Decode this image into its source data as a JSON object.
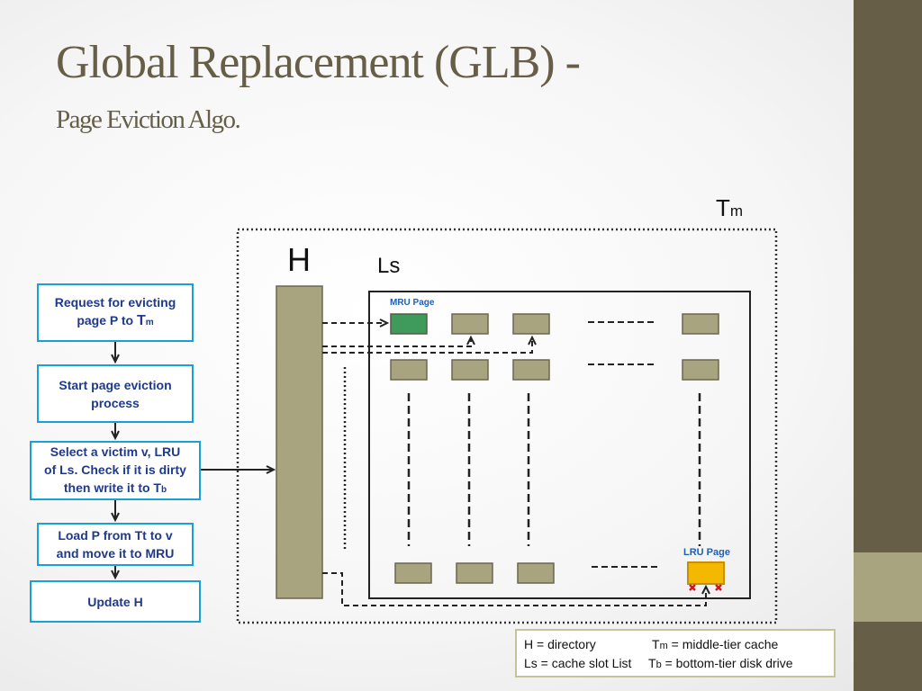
{
  "slide": {
    "title": "Global Replacement (GLB) -",
    "subtitle": "Page Eviction Algo."
  },
  "flowchart": {
    "steps": [
      {
        "line1": "Request for evicting",
        "line2_prefix": "page P to ",
        "line2_T": "T",
        "line2_sub": "m"
      },
      {
        "line1": "Start page eviction",
        "line2": "process"
      },
      {
        "line1": "Select a victim v, LRU",
        "line2": "of Ls. Check if it is dirty",
        "line3_prefix": "then write it to T",
        "line3_sub": "b"
      },
      {
        "line1": "Load P from Tt to v",
        "line2": "and move it to MRU"
      },
      {
        "line1": "Update H"
      }
    ]
  },
  "diagram": {
    "tm_label": "T",
    "tm_sub": "m",
    "h_label": "H",
    "ls_label": "Ls",
    "mru_label": "MRU Page",
    "lru_label": "LRU Page",
    "ellipsis": "- - - - - - -"
  },
  "legend": {
    "row1_left": "H = directory",
    "row1_right_T": "T",
    "row1_right_sub": "m",
    "row1_right_rest": " = middle-tier cache",
    "row2_left": "Ls = cache slot List",
    "row2_right_T": "T",
    "row2_right_sub": "b",
    "row2_right_rest": " = bottom-tier disk drive"
  },
  "colors": {
    "sidebar": "#675e47",
    "sidebar_accent": "#a9a480",
    "title": "#675e47",
    "flow_border": "#1aa0d8",
    "flow_text": "#1f3a8a",
    "page_slot": "#a9a480",
    "mru_page": "#3e9b5c",
    "lru_page": "#f5b800"
  }
}
